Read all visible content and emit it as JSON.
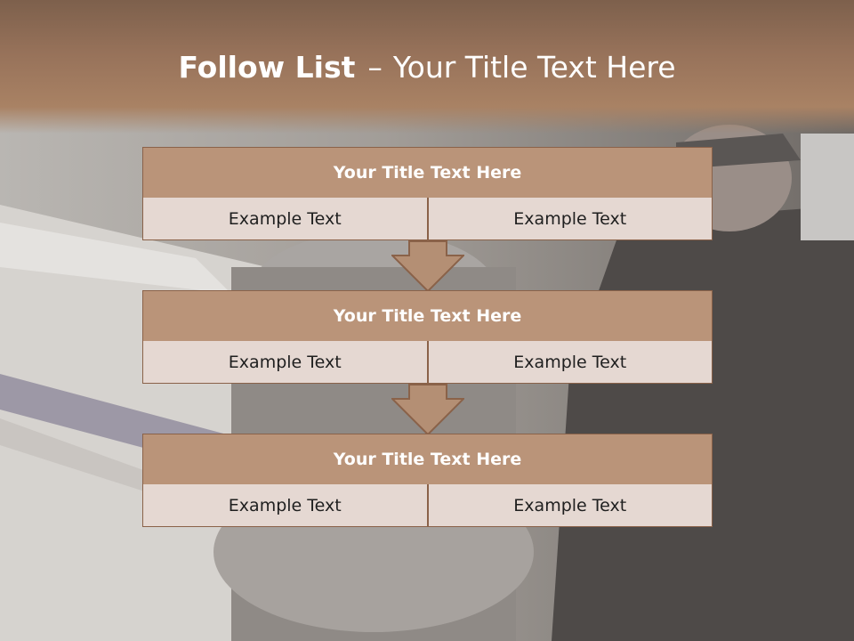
{
  "slide": {
    "title_bold": "Follow List",
    "title_separator": "–",
    "title_rest": "Your Title Text Here"
  },
  "blocks": [
    {
      "title": "Your Title Text Here",
      "left": "Example Text",
      "right": "Example Text"
    },
    {
      "title": "Your Title Text Here",
      "left": "Example Text",
      "right": "Example Text"
    },
    {
      "title": "Your Title Text Here",
      "left": "Example Text",
      "right": "Example Text"
    }
  ],
  "colors": {
    "header": "#a17b60",
    "block_title_fill": "#ba9479",
    "block_cell_fill": "#e5d8d2",
    "border": "#8a6249",
    "arrow_fill": "#b48f74"
  },
  "icons": {
    "connector": "down-arrow-icon"
  }
}
